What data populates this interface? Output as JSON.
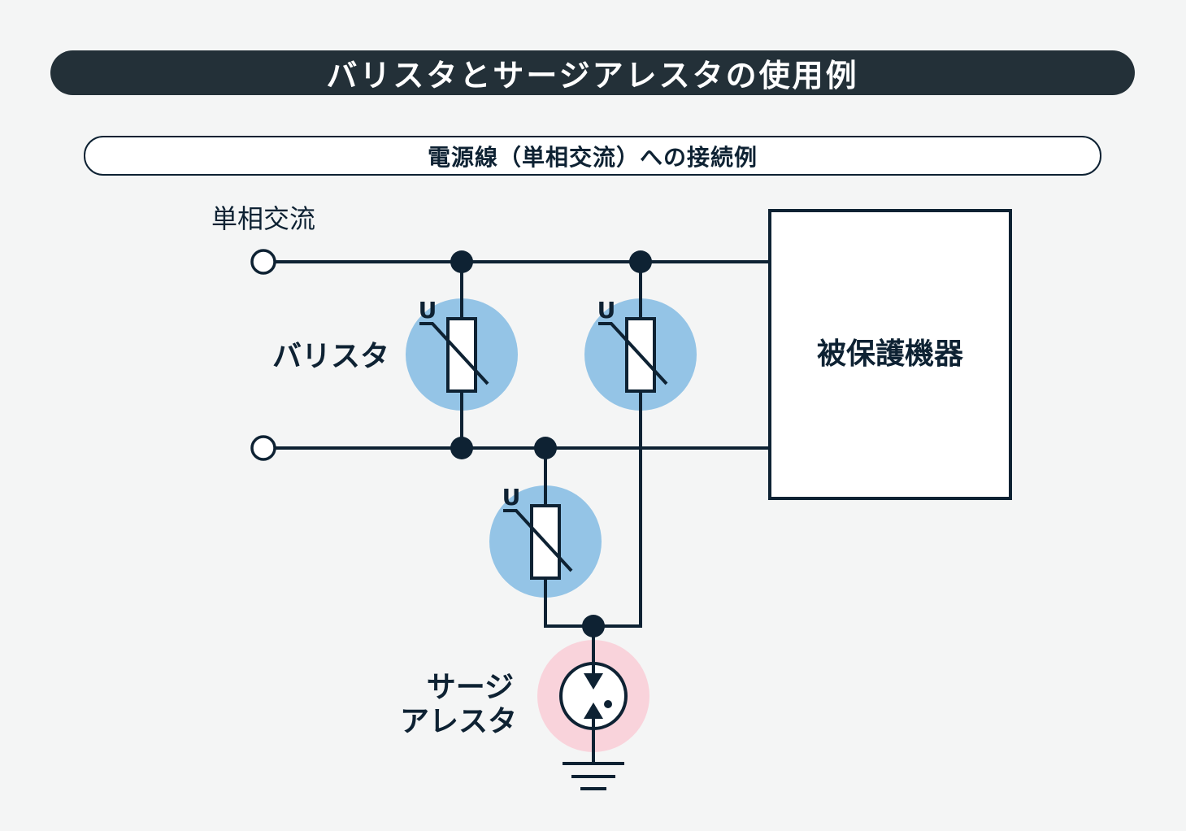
{
  "title": "バリスタとサージアレスタの使用例",
  "subtitle": "電源線（単相交流）への接続例",
  "labels": {
    "ac_source": "単相交流",
    "varistor": "バリスタ",
    "surge_arrester_line1": "サージ",
    "surge_arrester_line2": "アレスタ",
    "protected_device": "被保護機器",
    "voltage_symbol": "U"
  },
  "colors": {
    "line": "#0e2233",
    "varistor_highlight": "#94c4e6",
    "arrester_highlight": "#f9d3db",
    "title_bar": "#233038",
    "background": "#f4f5f5"
  }
}
